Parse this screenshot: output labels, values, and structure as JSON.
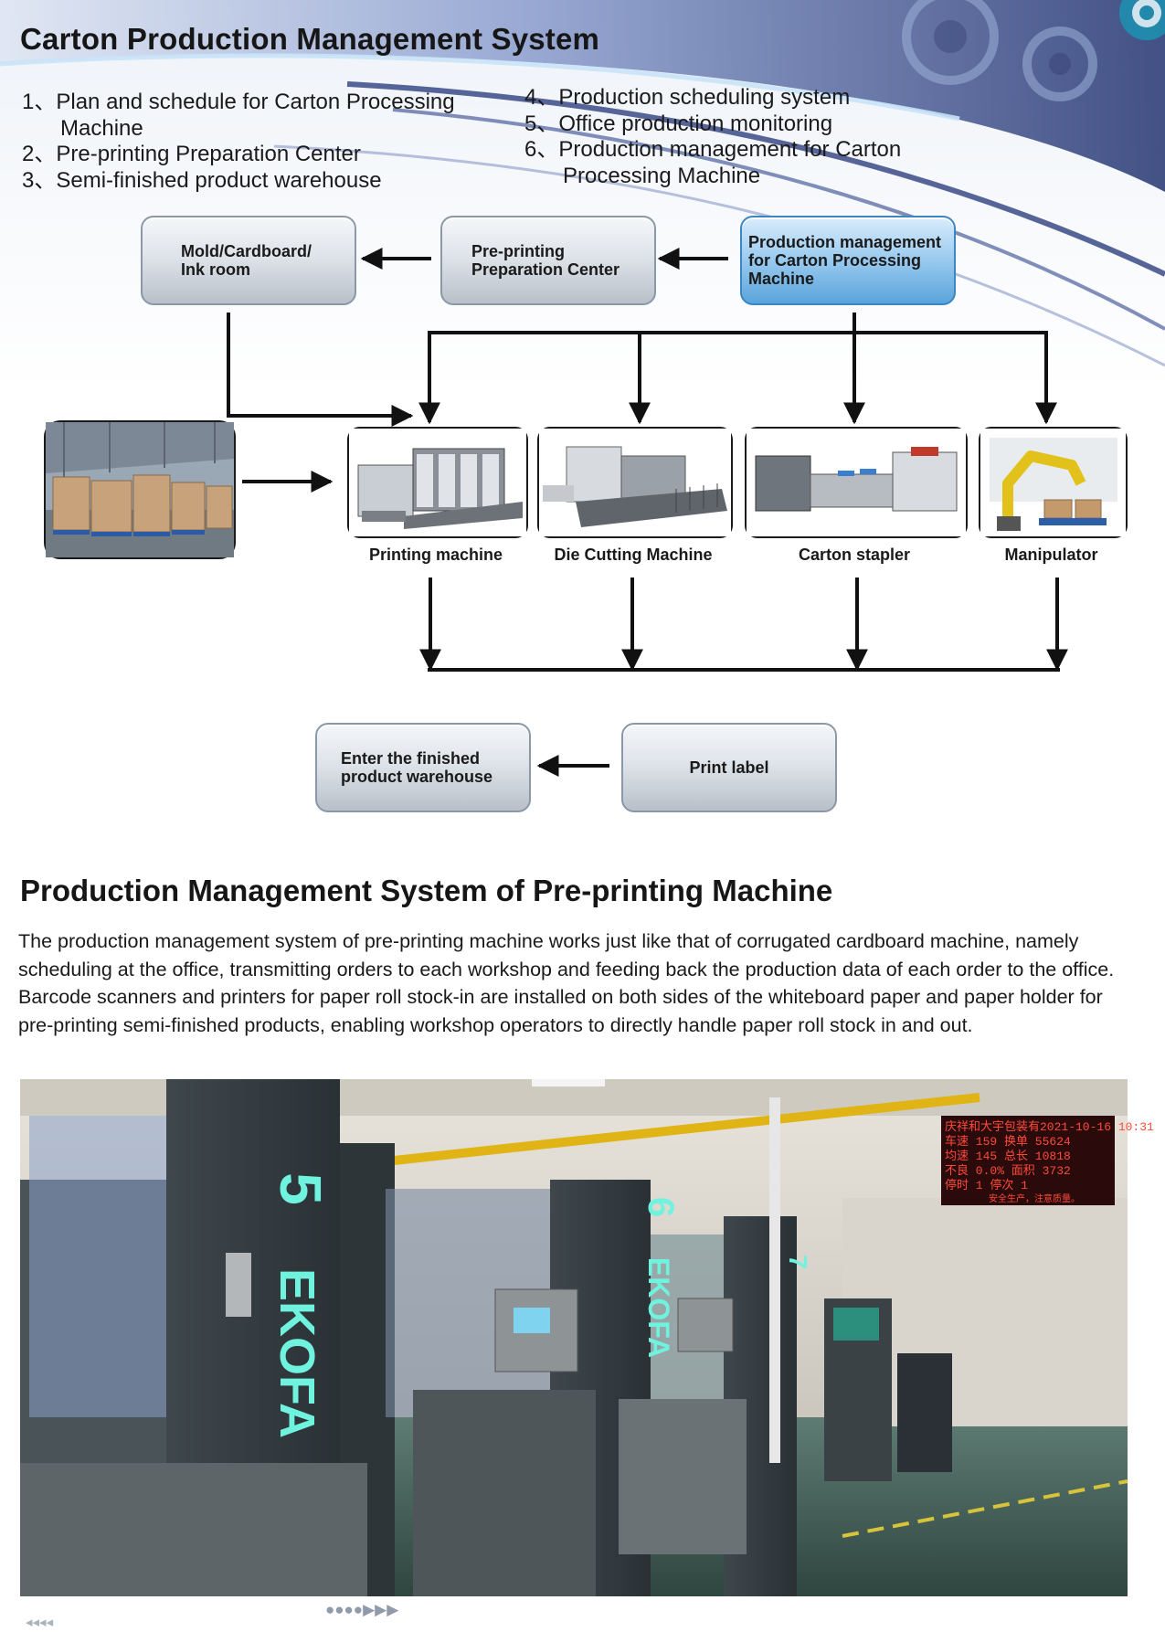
{
  "header": {
    "title": "Carton Production Management System"
  },
  "modules_left": [
    {
      "num": "1、",
      "text": "Plan and schedule for Carton Processing",
      "cont": "Machine"
    },
    {
      "num": "2、",
      "text": "Pre-printing Preparation Center",
      "cont": ""
    },
    {
      "num": "3、",
      "text": "Semi-finished product warehouse",
      "cont": ""
    }
  ],
  "modules_right": [
    {
      "num": "4、",
      "text": "Production scheduling system",
      "cont": ""
    },
    {
      "num": "5、",
      "text": "Office production monitoring",
      "cont": ""
    },
    {
      "num": "6、",
      "text": "Production management for Carton",
      "cont": "Processing Machine"
    }
  ],
  "flow": {
    "mold_room": "Mold/Cardboard/\nInk room",
    "preprint_center": "Pre-printing\nPreparation Center",
    "production_mgmt": "Production management\nfor Carton Processing\nMachine",
    "machines": [
      {
        "label": "Printing machine"
      },
      {
        "label": "Die Cutting Machine"
      },
      {
        "label": "Carton stapler"
      },
      {
        "label": "Manipulator"
      }
    ],
    "finished_warehouse": "Enter the finished\nproduct warehouse",
    "print_label": "Print label"
  },
  "section2": {
    "title": "Production Management System of Pre-printing Machine",
    "body": "The production management system of pre-printing machine works just like that of corrugated cardboard machine, namely scheduling at the office, transmitting orders to each workshop and feeding back the production data of each order to the office. Barcode scanners and printers for paper roll stock-in are installed on both sides of the whiteboard paper and paper holder for pre-printing semi-finished products, enabling workshop operators to directly handle paper roll stock in and out."
  },
  "photo": {
    "unit_5": "5",
    "brand_5": "EKOFA",
    "unit_6": "6",
    "brand_6": "EKOFA",
    "unit_7": "7",
    "led_lines": [
      "庆祥和大宇包装有2021-10-16 10:31",
      "车速  159 换单  55624",
      "均速  145 总长  10818",
      "不良 0.0% 面积   3732",
      "停时    1 停次      1",
      "安全生产，注意质量。"
    ]
  },
  "footer": {
    "left_marks": "◂◂◂◂",
    "center_marks": "●●●●▶▶▶"
  },
  "colors": {
    "accent_blue": "#5aa4dc",
    "header_navy": "#3b4d8c",
    "arrow": "#111111"
  }
}
